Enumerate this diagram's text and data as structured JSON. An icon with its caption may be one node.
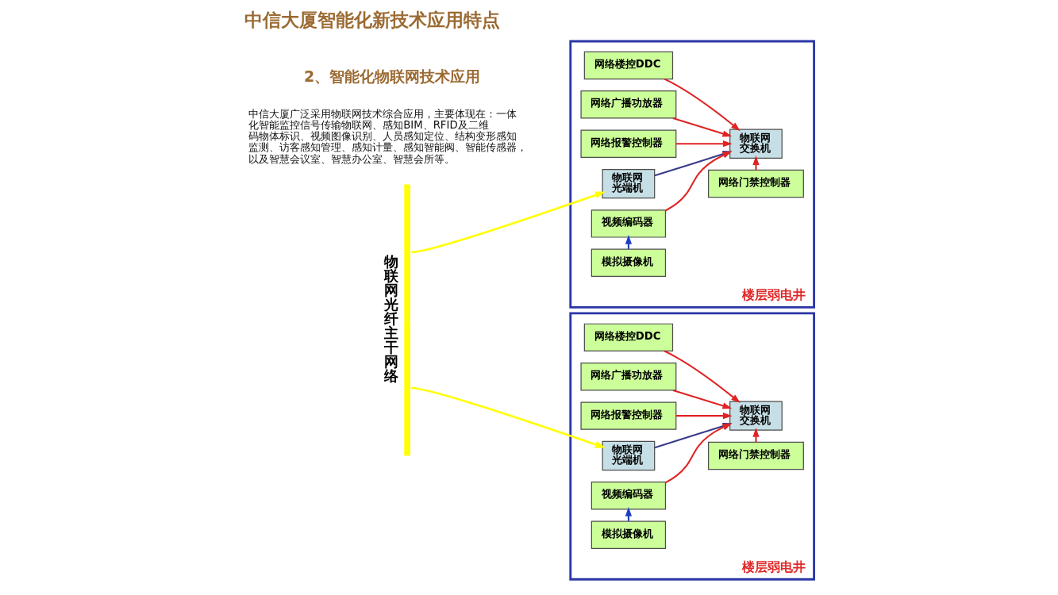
{
  "diagram": {
    "title": "中信大厦智能化新技术应用特点",
    "nodes": [
      {
        "text": [
          "楼层弱电井"
        ]
      },
      {
        "text": [
          "网络楼控DDC"
        ],
        "in": 0
      },
      {
        "text": [
          "网络广播功放器"
        ],
        "in": 0
      },
      {
        "text": [
          "网络报警控制器"
        ],
        "in": 0
      },
      {
        "text": [
          "物联网交换机"
        ],
        "in": 0
      },
      {
        "text": [
          "物联网光端机"
        ],
        "in": 0
      },
      {
        "text": [
          "视频编码器"
        ],
        "in": 0
      },
      {
        "text": [
          "模拟摄像机"
        ],
        "in": 0
      },
      {
        "text": [
          "网络门禁控制器"
        ],
        "in": 0
      },
      {
        "text": [
          "楼层弱电井"
        ]
      },
      {
        "text": [
          "网络楼控DDC"
        ],
        "in": 9
      },
      {
        "text": [
          "网络广播功放器"
        ],
        "in": 9
      },
      {
        "text": [
          "网络报警控制器"
        ],
        "in": 9
      },
      {
        "text": [
          "物联网交换机"
        ],
        "in": 9
      },
      {
        "text": [
          "物联网光端机"
        ],
        "in": 9
      },
      {
        "text": [
          "视频编码器"
        ],
        "in": 9
      },
      {
        "text": [
          "模拟摄像机"
        ],
        "in": 9
      },
      {
        "text": [
          "网络门禁控制器"
        ],
        "in": 9
      },
      {
        "text": [
          "物联网光纤主干网络"
        ]
      }
    ],
    "edges": [
      {
        "from": 1,
        "to": 4,
        "arrow": "to"
      },
      {
        "from": 2,
        "to": 4,
        "arrow": "to"
      },
      {
        "from": 3,
        "to": 4,
        "arrow": "to"
      },
      {
        "from": 6,
        "to": 4,
        "arrow": "to"
      },
      {
        "from": 7,
        "to": 6,
        "arrow": "to",
        "color": "#1f3fbf"
      },
      {
        "from": 8,
        "to": 4,
        "arrow": "to"
      },
      {
        "from": 5,
        "to": 4,
        "arrow": "to",
        "color": "#3a3a8c"
      },
      {
        "from": 18,
        "to": 5,
        "arrow": "to",
        "color": "#ffff00"
      },
      {
        "from": 10,
        "to": 13,
        "arrow": "to"
      },
      {
        "from": 11,
        "to": 13,
        "arrow": "to"
      },
      {
        "from": 12,
        "to": 13,
        "arrow": "to"
      },
      {
        "from": 15,
        "to": 13,
        "arrow": "to"
      },
      {
        "from": 16,
        "to": 15,
        "arrow": "to",
        "color": "#1f3fbf"
      },
      {
        "from": 17,
        "to": 13,
        "arrow": "to"
      },
      {
        "from": 14,
        "to": 13,
        "arrow": "to",
        "color": "#3a3a8c"
      },
      {
        "from": 18,
        "to": 14,
        "arrow": "to",
        "color": "#ffff00"
      }
    ],
    "labels": [
      "2、智能化物联网技术应用",
      "中信大厦广泛采用物联网技术综合应用，主要体现在：一体化智能监控信号传输物联网、感知BIM、RFID及二维码物体标识、视频图像识别、人员感知定位、结构变形感知监测、访客感知管理、感知计量、感知智能阀、智能传感器，以及智慧会议室、智慧办公室、智慧会所等。"
    ]
  }
}
